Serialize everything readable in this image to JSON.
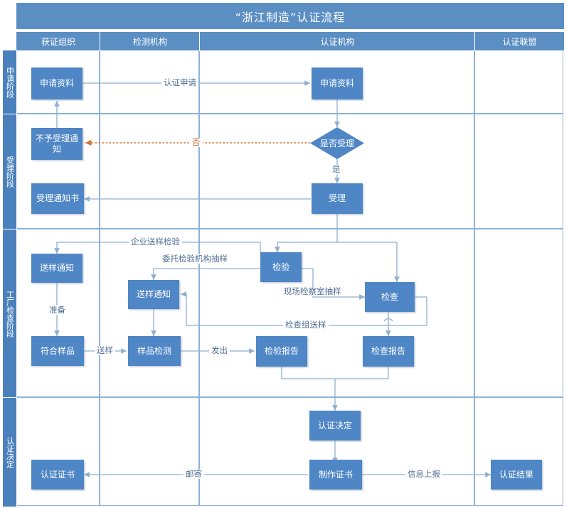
{
  "header": {
    "title": "“浙江制造”认证流程"
  },
  "columns": [
    {
      "name": "col-получ",
      "label": "获证组织"
    },
    {
      "label": "检测机构"
    },
    {
      "label": "认证机构"
    },
    {
      "label": "认证联盟"
    }
  ],
  "column_labels": [
    "获证组织",
    "检测机构",
    "认证机构",
    "认证联盟"
  ],
  "phases": [
    "申请阶段",
    "受理阶段",
    "工厂检查阶段",
    "认证决定"
  ],
  "nodes": {
    "apply_docs_org": "申请资料",
    "apply_docs_cert": "申请资料",
    "reject_notice": "不予受理通知",
    "accept_decision": "是否受理",
    "accept": "受理",
    "accept_notice": "受理通知书",
    "sample_notice_org": "送样通知",
    "sample_notice_lab": "送样通知",
    "qualified_sample": "符合样品",
    "sample_test": "样品检测",
    "test": "检验",
    "inspect": "检查",
    "test_report": "检验报告",
    "inspect_report": "检查报告",
    "cert_decision": "认证决定",
    "make_cert": "制作证书",
    "cert_document": "认证证书",
    "cert_result": "认证结果"
  },
  "edge_labels": {
    "cert_application": "认证申请",
    "no": "否",
    "yes": "是",
    "enterprise_sample_test": "企业送样检验",
    "entrust_lab_sampling": "委托检验机构抽样",
    "onsite_lab_sampling": "现场检察室抽样",
    "inspect_team_sample": "检查组送样",
    "prepare": "准备",
    "send_sample": "送样",
    "issue": "发出",
    "mail": "邮寄",
    "report_info": "信息上报"
  },
  "colors": {
    "node_fill": "#4F86C6",
    "header_fill": "#5B8FC4",
    "lane_header_fill": "#4A81BC",
    "edge": "#8FAFD0",
    "no_edge": "#D2722F",
    "label_text": "#4F6E94",
    "grid": "#8DB3D8"
  }
}
